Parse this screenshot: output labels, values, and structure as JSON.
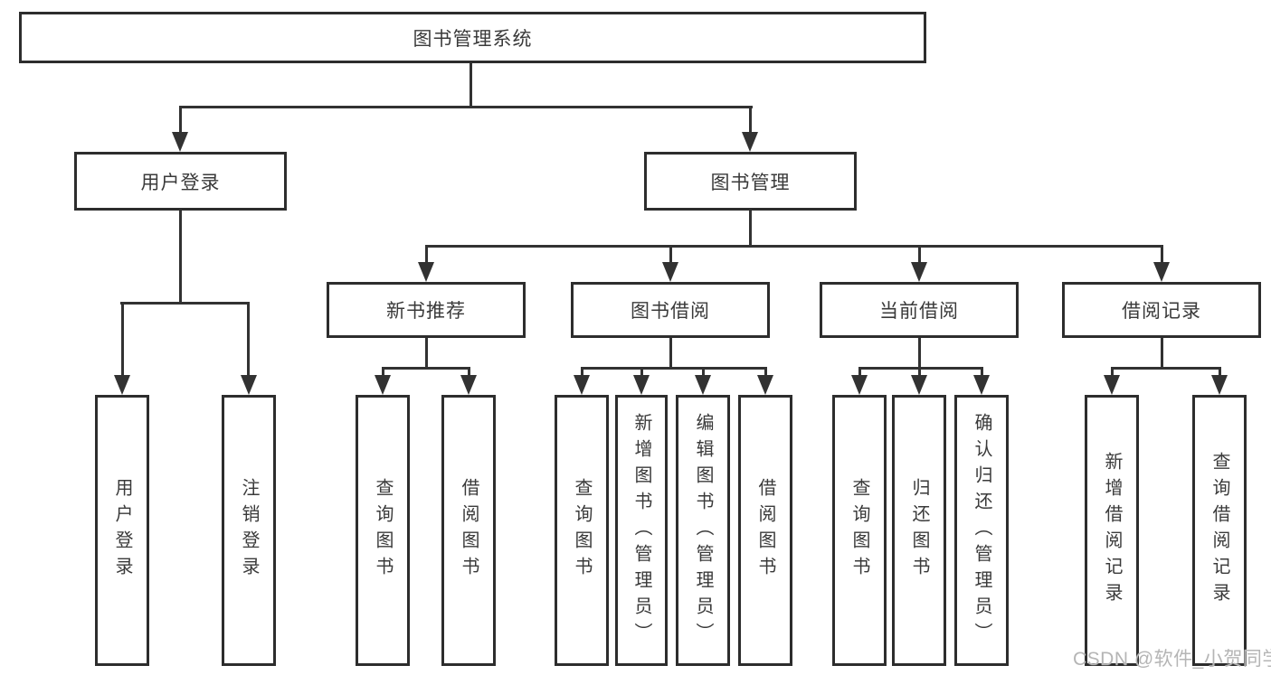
{
  "tree": {
    "root": {
      "label": "图书管理系统"
    },
    "children": [
      {
        "label": "用户登录",
        "children": [
          {
            "label": "用户登录"
          },
          {
            "label": "注销登录"
          }
        ]
      },
      {
        "label": "图书管理",
        "children": [
          {
            "label": "新书推荐",
            "children": [
              {
                "label": "查询图书"
              },
              {
                "label": "借阅图书"
              }
            ]
          },
          {
            "label": "图书借阅",
            "children": [
              {
                "label": "查询图书"
              },
              {
                "label": "新增图书（管理员）"
              },
              {
                "label": "编辑图书（管理员）"
              },
              {
                "label": "借阅图书"
              }
            ]
          },
          {
            "label": "当前借阅",
            "children": [
              {
                "label": "查询图书"
              },
              {
                "label": "归还图书"
              },
              {
                "label": "确认归还（管理员）"
              }
            ]
          },
          {
            "label": "借阅记录",
            "children": [
              {
                "label": "新增借阅记录"
              },
              {
                "label": "查询借阅记录"
              }
            ]
          }
        ]
      }
    ]
  },
  "watermark": {
    "text": "CSDN @软件_小贺同学",
    "color": "#b5b5b5"
  },
  "colors": {
    "line": "#323232",
    "box_border": "#2d2d2d",
    "box_fill": "#ffffff",
    "text": "#3a3a3a"
  }
}
